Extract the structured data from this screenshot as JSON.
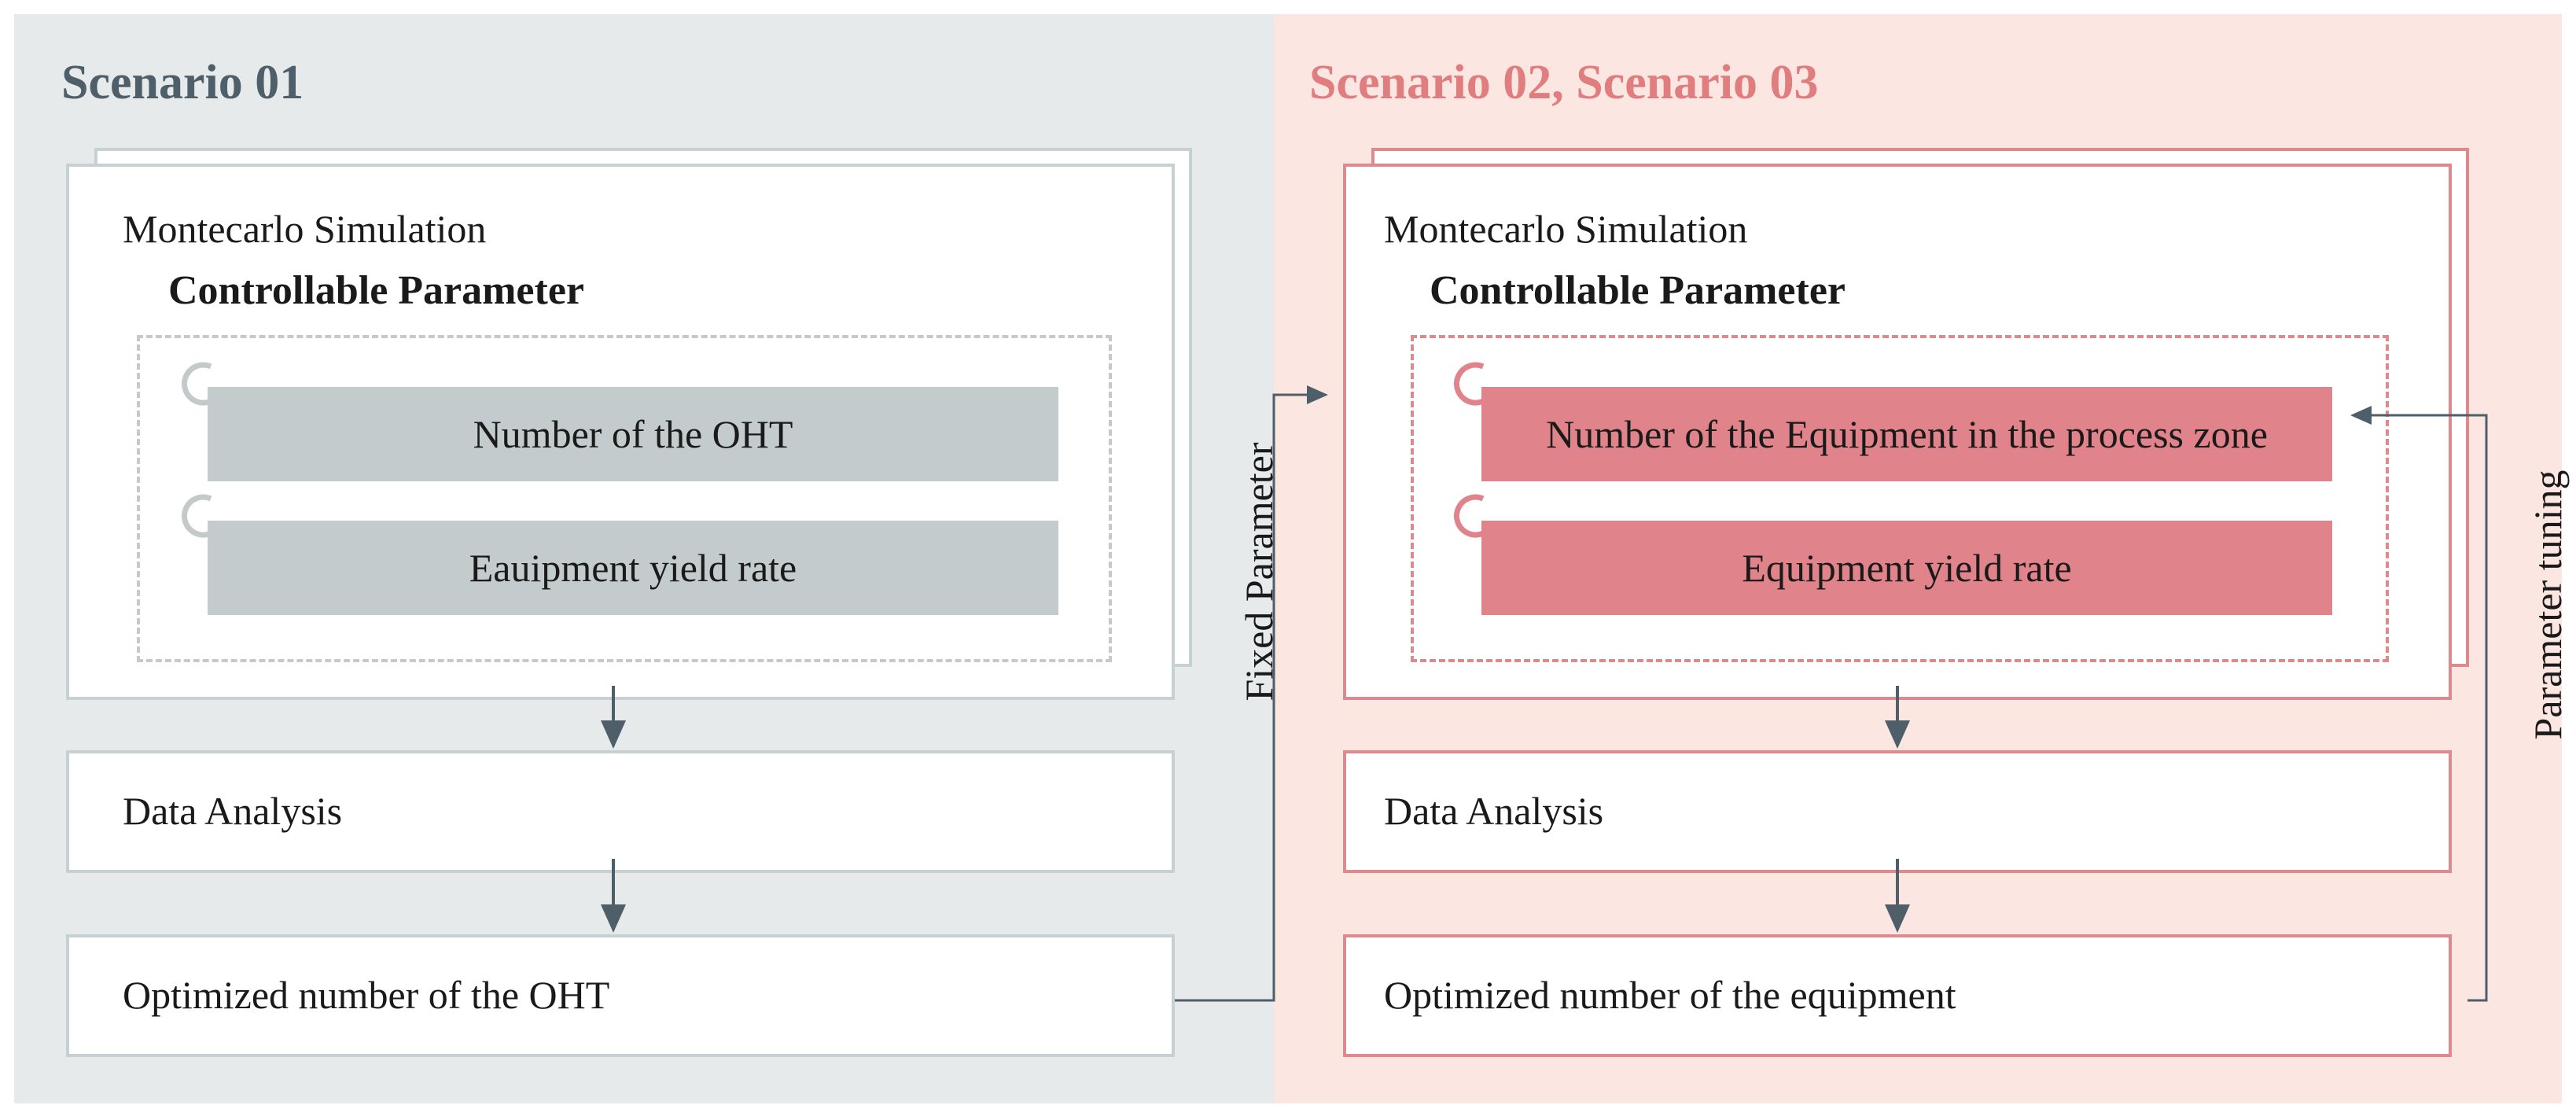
{
  "scenario_left": {
    "title": "Scenario 01",
    "simulation_label": "Montecarlo Simulation",
    "controllable_label": "Controllable Parameter",
    "params": [
      "Number of the OHT",
      "Eauipment yield rate"
    ],
    "analysis_label": "Data Analysis",
    "result_label": "Optimized number of the OHT"
  },
  "scenario_right": {
    "title": "Scenario 02, Scenario 03",
    "simulation_label": "Montecarlo Simulation",
    "controllable_label": "Controllable Parameter",
    "params": [
      "Number of the Equipment in the process zone",
      "Equipment yield rate"
    ],
    "analysis_label": "Data Analysis",
    "result_label": "Optimized number of the equipment"
  },
  "connectors": {
    "fixed_label": "Fixed Parameter",
    "tuning_label": "Parameter tuning"
  },
  "colors": {
    "left_panel": "#e6eaeb",
    "right_panel": "#fce6e2",
    "left_title": "#4e5f6a",
    "right_title": "#e07d7f",
    "gray_bar": "#c3cbcd",
    "pink_bar": "#e0838a",
    "connector": "#4e5f6a"
  }
}
